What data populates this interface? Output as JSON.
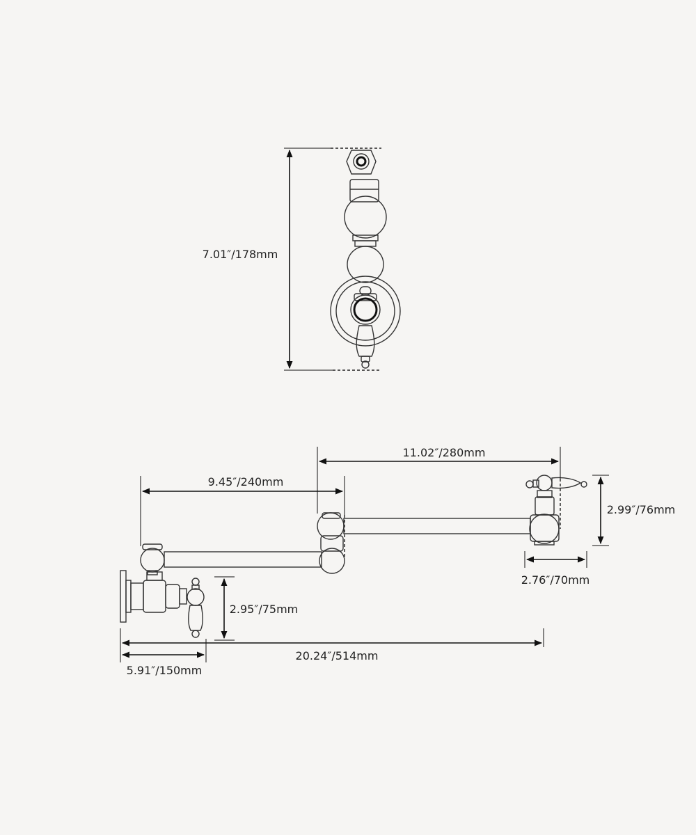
{
  "dimensions": {
    "front_height": "7.01″/178mm",
    "arm_span": "11.02″/280mm",
    "first_arm": "9.45″/240mm",
    "spout_height": "2.99″/76mm",
    "spout_width": "2.76″/70mm",
    "valve_height": "2.95″/75mm",
    "total_length": "20.24″/514mm",
    "wall_offset": "5.91″/150mm"
  }
}
